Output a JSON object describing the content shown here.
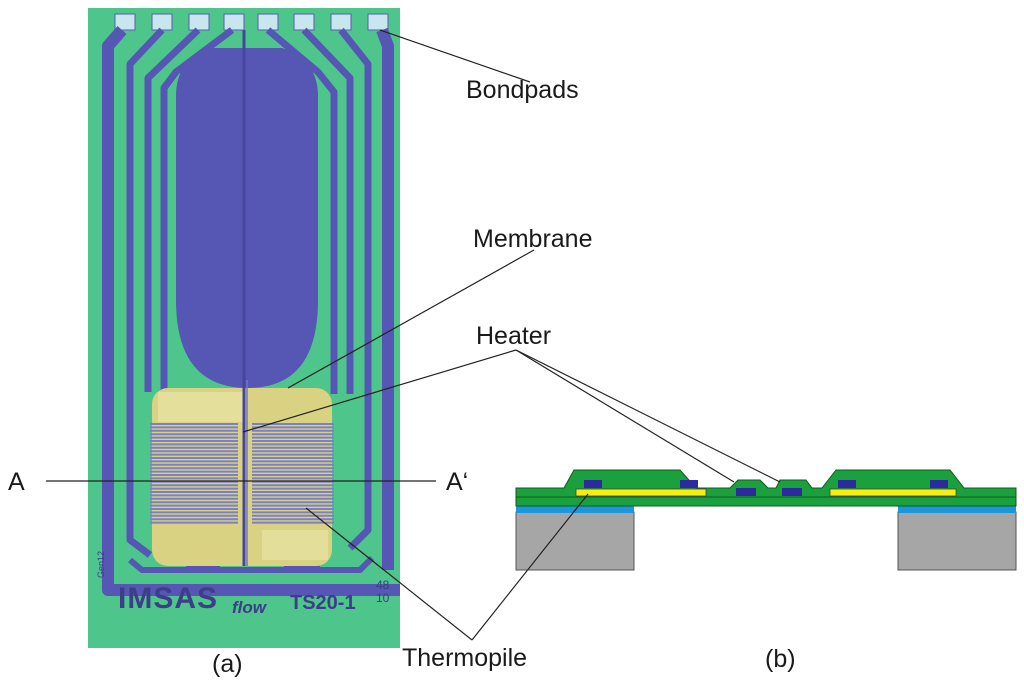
{
  "labels": {
    "bondpads": "Bondpads",
    "membrane": "Membrane",
    "heater": "Heater",
    "thermopile": "Thermopile",
    "section_left": "A",
    "section_right": "A‘",
    "panel_a": "(a)",
    "panel_b": "(b)"
  },
  "chip_markings": {
    "brand": "IMSAS",
    "brand_suffix": "flow",
    "part": "TS20-1",
    "gen": "Gen12",
    "code_top": "48",
    "code_bottom": "10"
  },
  "colors": {
    "chip_green": "#4ec58a",
    "trace_blue": "#5656b4",
    "membrane_yellow": "#d8d282",
    "thermopile_blue": "#7c80c4",
    "cs_green": "#1aa03c",
    "cs_yellow": "#f4ee12",
    "cs_darkblue": "#2d2aa0",
    "cs_lightblue": "#1e96dc",
    "cs_gray": "#a6a6a6"
  }
}
